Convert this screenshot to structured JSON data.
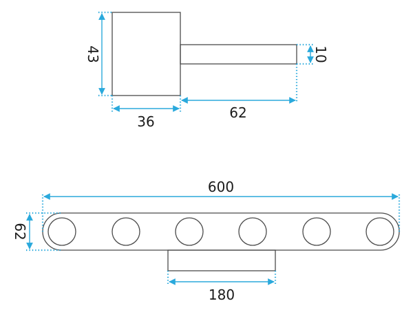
{
  "colors": {
    "dimension": "#2aa9dc",
    "outline": "#4a4a4a",
    "text": "#1a1a1a"
  },
  "side_view": {
    "height_label": "43",
    "base_width_label": "36",
    "arm_length_label": "62",
    "arm_thickness_label": "10"
  },
  "front_view": {
    "total_length_label": "600",
    "bar_height_label": "62",
    "mount_width_label": "180",
    "bulb_count": 6
  }
}
